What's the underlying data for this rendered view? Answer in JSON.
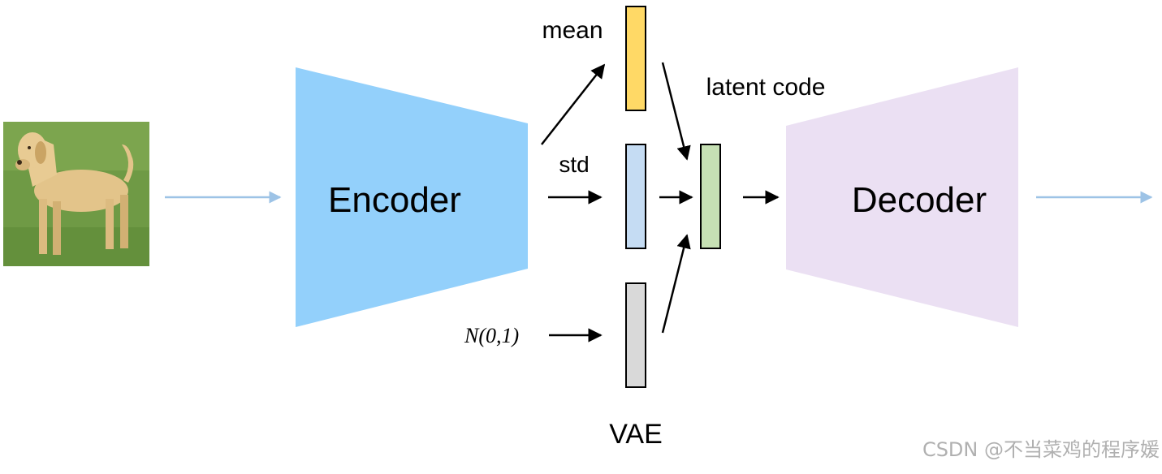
{
  "diagram": {
    "encoder_label": "Encoder",
    "decoder_label": "Decoder",
    "mean_label": "mean",
    "std_label": "std",
    "noise_label": "N(0,1)",
    "latent_label": "latent code",
    "vae_label": "VAE",
    "watermark": "CSDN @不当菜鸡的程序媛",
    "colors": {
      "encoder": "#93d0fb",
      "decoder": "#ebe0f3",
      "mean_box": "#ffd966",
      "std_box": "#c5dcf3",
      "noise_box": "#d9d9d9",
      "latent_box": "#c6e0b4",
      "flow_arrow": "#9dc3e6",
      "arrow": "#000000",
      "watermark": "#b0b0b0"
    },
    "input_image": "dog-photo"
  }
}
